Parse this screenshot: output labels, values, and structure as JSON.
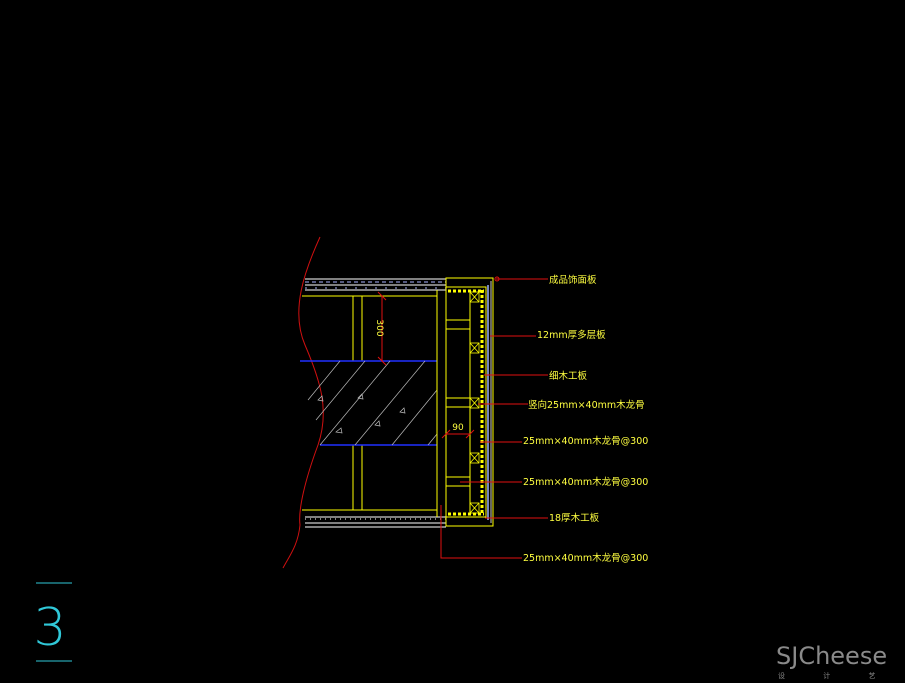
{
  "drawing": {
    "detail_number": "3",
    "dimensions": {
      "vertical": "300",
      "horizontal": "90"
    },
    "labels": [
      "成品饰面板",
      "12mm厚多层板",
      "细木工板",
      "竖向25mm×40mm木龙骨",
      "25mm×40mm木龙骨@300",
      "25mm×40mm木龙骨@300",
      "18厚木工板",
      "25mm×40mm木龙骨@300"
    ]
  },
  "watermark": {
    "brand": "SJCheese",
    "subtitle": "设 计 艺 士"
  },
  "colors": {
    "background": "#000000",
    "annotation": "#ffff40",
    "leader": "#e01010",
    "structure": "#ffff00",
    "slab_edge": "#2030ff",
    "detail_number": "#30c8d8"
  }
}
